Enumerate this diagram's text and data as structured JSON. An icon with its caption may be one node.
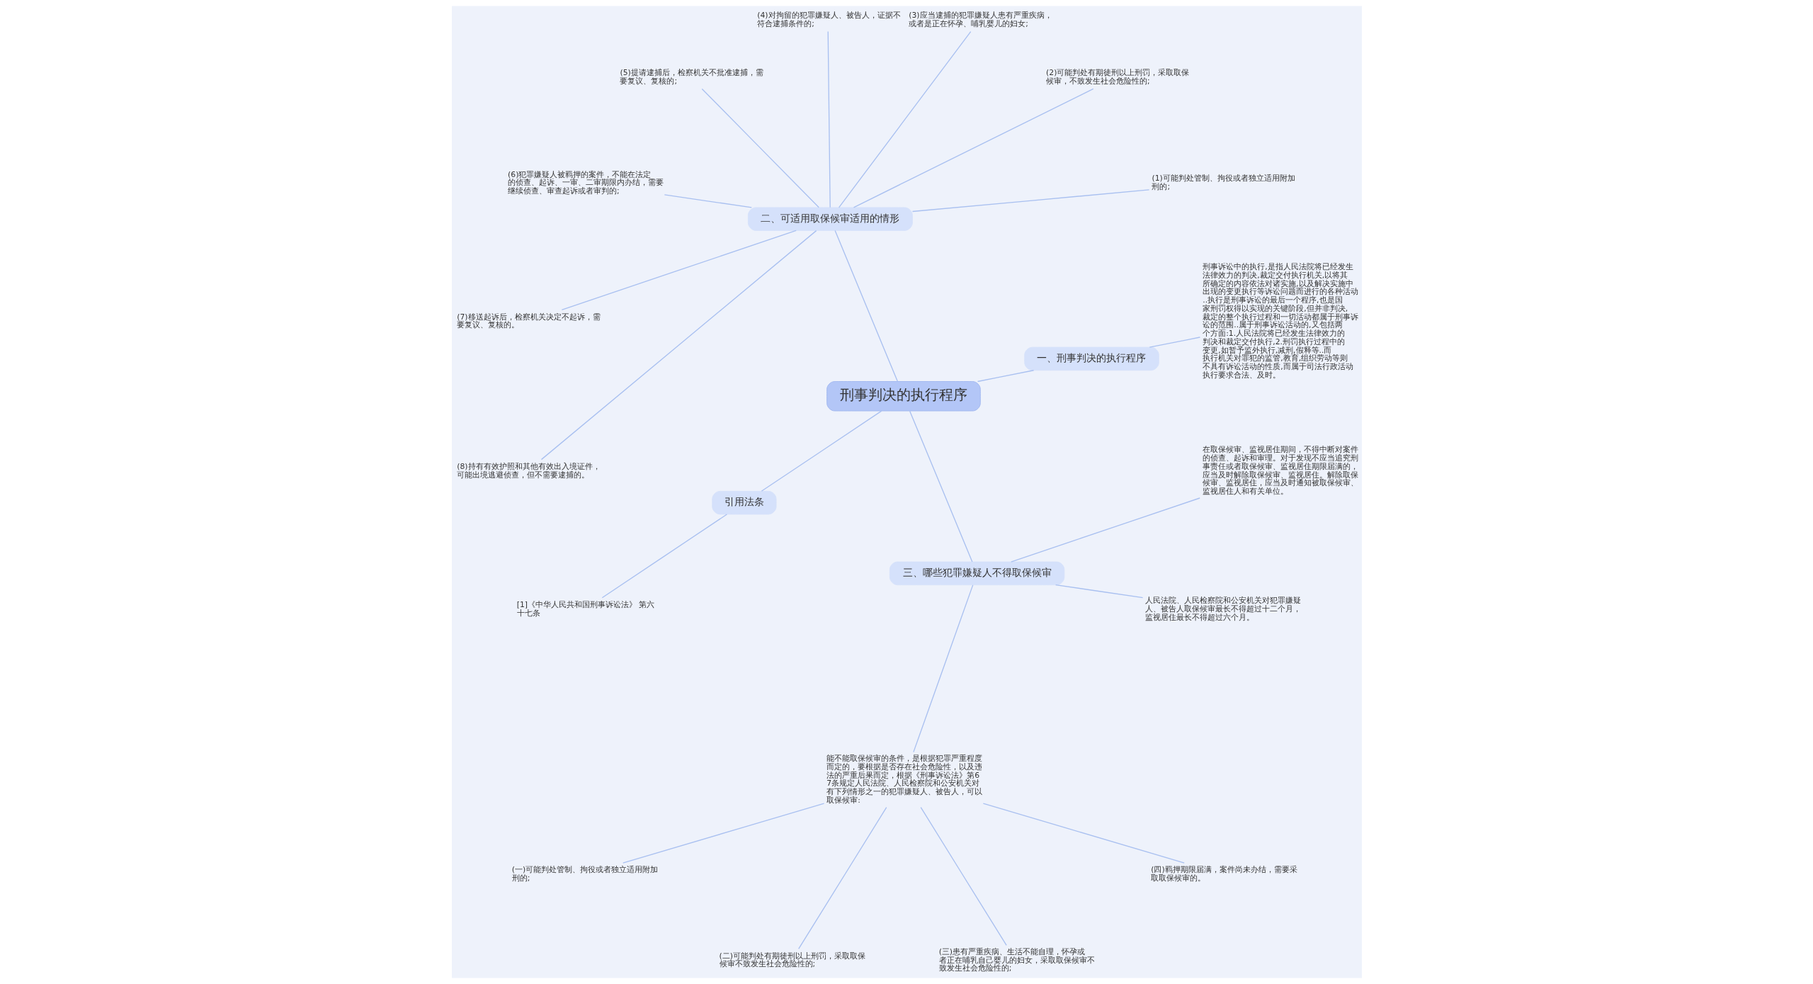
{
  "diagram": {
    "nodes": [
      {
        "text": [
          "刑事判决的执行程序"
        ]
      },
      {
        "text": [
          "一、刑事判决的执行程序"
        ]
      },
      {
        "text": [
          "刑事诉讼中的执行,是指人民法院将已经发生法律效力的判决,裁定交付执行机关,以将其所确定的内容依法对诸实施,以及解决实施中出现的变更执行等诉讼问题而进行的各种活动..执行是刑事诉讼的最后一个程序,也是国家刑罚权得以实现的关键阶段,但并非判决,裁定的整个执行过程和一切活动都属于刑事诉讼的范围..属于刑事诉讼活动的,又包括两个方面:1.人民法院将已经发生法律效力的判决和裁定交付执行,2.刑罚执行过程中的变更,如暂予监外执行,减刑,假释等..而执行机关对罪犯的监管,教育,组织劳动等则不具有诉讼活动的性质,而属于司法行政活动执行要求合法、及时。"
        ]
      },
      {
        "text": [
          "二、可适用取保候审适用的情形"
        ]
      },
      {
        "text": [
          "(1)可能判处管制、拘役或者独立适用附加刑的;"
        ]
      },
      {
        "text": [
          "(2)可能判处有期徒刑以上刑罚，采取取保候审，不致发生社会危险性的;"
        ]
      },
      {
        "text": [
          "(3)应当逮捕的犯罪嫌疑人患有严重疾病，或者是正在怀孕、哺乳婴儿的妇女;"
        ]
      },
      {
        "text": [
          "(4)对拘留的犯罪嫌疑人、被告人，证据不符合逮捕条件的;"
        ]
      },
      {
        "text": [
          "(5)提请逮捕后，检察机关不批准逮捕，需要复议、复核的;"
        ]
      },
      {
        "text": [
          "(6)犯罪嫌疑人被羁押的案件，不能在法定的侦查、起诉、一审、二审期限内办结，需要继续侦查、审查起诉或者审判的;"
        ]
      },
      {
        "text": [
          "(7)移送起诉后，检察机关决定不起诉，需要复议、复核的。"
        ]
      },
      {
        "text": [
          "(8)持有有效护照和其他有效出入境证件，可能出境逃避侦查，但不需要逮捕的。"
        ]
      },
      {
        "text": [
          "引用法条"
        ]
      },
      {
        "text": [
          "[1]《中华人民共和国刑事诉讼法》 第六十七条"
        ]
      },
      {
        "text": [
          "三、哪些犯罪嫌疑人不得取保候审"
        ]
      },
      {
        "text": [
          "能不能取保候审的条件，是根据犯罪严重程度而定的，要根据是否存在社会危险性，以及违法的严重后果而定，根据《刑事诉讼法》第67条规定人民法院、人民检察院和公安机关对有下列情形之一的犯罪嫌疑人、被告人，可以取保候审:"
        ]
      },
      {
        "text": [
          "(一)可能判处管制、拘役或者独立适用附加刑的;"
        ]
      },
      {
        "text": [
          "(二)可能判处有期徒刑以上刑罚，采取取保候审不致发生社会危险性的;"
        ]
      },
      {
        "text": [
          "(三)患有严重疾病、生活不能自理，怀孕或者正在哺乳自己婴儿的妇女，采取取保候审不致发生社会危险性的;"
        ]
      },
      {
        "text": [
          "(四)羁押期限届满，案件尚未办结，需要采取取保候审的。"
        ]
      },
      {
        "text": [
          "人民法院、人民检察院和公安机关对犯罪嫌疑人、被告人取保候审最长不得超过十二个月，监视居住最长不得超过六个月。"
        ]
      },
      {
        "text": [
          "在取保候审、监视居住期间，不得中断对案件的侦查、起诉和审理。对于发现不应当追究刑事责任或者取保候审、监视居住期限届满的，应当及时解除取保候审、监视居住。解除取保候审、监视居住，应当及时通知被取保候审、监视居住人和有关单位。"
        ]
      }
    ],
    "edges": [
      {
        "from": 0,
        "to": 1,
        "arrow": "none"
      },
      {
        "from": 1,
        "to": 2,
        "arrow": "none"
      },
      {
        "from": 0,
        "to": 3,
        "arrow": "none"
      },
      {
        "from": 3,
        "to": 4,
        "arrow": "none"
      },
      {
        "from": 3,
        "to": 5,
        "arrow": "none"
      },
      {
        "from": 3,
        "to": 6,
        "arrow": "none"
      },
      {
        "from": 3,
        "to": 7,
        "arrow": "none"
      },
      {
        "from": 3,
        "to": 8,
        "arrow": "none"
      },
      {
        "from": 3,
        "to": 9,
        "arrow": "none"
      },
      {
        "from": 3,
        "to": 10,
        "arrow": "none"
      },
      {
        "from": 3,
        "to": 11,
        "arrow": "none"
      },
      {
        "from": 0,
        "to": 12,
        "arrow": "none"
      },
      {
        "from": 12,
        "to": 13,
        "arrow": "none"
      },
      {
        "from": 0,
        "to": 14,
        "arrow": "none"
      },
      {
        "from": 14,
        "to": 15,
        "arrow": "none"
      },
      {
        "from": 15,
        "to": 16,
        "arrow": "none"
      },
      {
        "from": 15,
        "to": 17,
        "arrow": "none"
      },
      {
        "from": 15,
        "to": 18,
        "arrow": "none"
      },
      {
        "from": 15,
        "to": 19,
        "arrow": "none"
      },
      {
        "from": 14,
        "to": 20,
        "arrow": "none"
      },
      {
        "from": 14,
        "to": 21,
        "arrow": "none"
      }
    ]
  }
}
